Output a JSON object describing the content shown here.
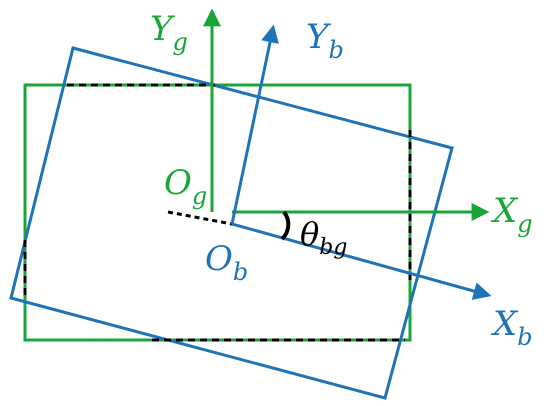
{
  "colors": {
    "global_frame": "#1aa637",
    "body_frame": "#1f73b7",
    "overlap_outline": "#000000"
  },
  "labels": {
    "y_global": {
      "main": "Y",
      "sub": "g"
    },
    "y_body": {
      "main": "Y",
      "sub": "b"
    },
    "x_global": {
      "main": "X",
      "sub": "g"
    },
    "x_body": {
      "main": "X",
      "sub": "b"
    },
    "origin_global": {
      "main": "O",
      "sub": "g"
    },
    "origin_body": {
      "main": "O",
      "sub": "b"
    },
    "angle": {
      "main": "θ",
      "sub": "bg"
    }
  }
}
